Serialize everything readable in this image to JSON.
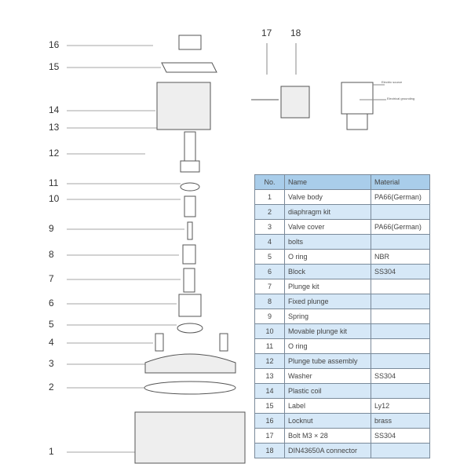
{
  "callouts": [
    "16",
    "15",
    "14",
    "13",
    "12",
    "11",
    "10",
    "9",
    "8",
    "7",
    "6",
    "5",
    "4",
    "3",
    "2",
    "1"
  ],
  "top_callouts": [
    "17",
    "18"
  ],
  "connector_notes": {
    "source": "Electric source",
    "ground": "Electrical grounding"
  },
  "table": {
    "headers": [
      "No.",
      "Name",
      "Material"
    ],
    "rows": [
      [
        "1",
        "Valve body",
        "PA66(German)"
      ],
      [
        "2",
        "diaphragm kit",
        ""
      ],
      [
        "3",
        "Valve cover",
        "PA66(German)"
      ],
      [
        "4",
        "bolts",
        ""
      ],
      [
        "5",
        "O ring",
        "NBR"
      ],
      [
        "6",
        "Block",
        "SS304"
      ],
      [
        "7",
        "Plunge kit",
        ""
      ],
      [
        "8",
        "Fixed plunge",
        ""
      ],
      [
        "9",
        "Spring",
        ""
      ],
      [
        "10",
        "Movable plunge kit",
        ""
      ],
      [
        "11",
        "O ring",
        ""
      ],
      [
        "12",
        "Plunge tube assembly",
        ""
      ],
      [
        "13",
        "Washer",
        "SS304"
      ],
      [
        "14",
        "Plastic coil",
        ""
      ],
      [
        "15",
        "Label",
        "Ly12"
      ],
      [
        "16",
        "Locknut",
        "brass"
      ],
      [
        "17",
        "Bolt M3 × 28",
        "SS304"
      ],
      [
        "18",
        "DIN43650A connector",
        ""
      ]
    ]
  },
  "colors": {
    "header": "#a9cdea",
    "alt_row": "#d6e8f7"
  }
}
